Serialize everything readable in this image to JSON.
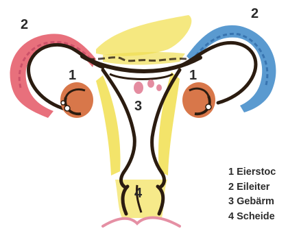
{
  "labels": {
    "ovary_left": "1",
    "ovary_right": "1",
    "tube_left": "2",
    "tube_right": "2",
    "uterus": "3",
    "vagina": "4"
  },
  "legend": [
    {
      "text": "1 Eierstoc"
    },
    {
      "text": "2 Eileiter"
    },
    {
      "text": "3 Gebärm"
    },
    {
      "text": "4 Scheide"
    }
  ],
  "colors": {
    "outline": "#2b1c10",
    "tube_left": "#e8707c",
    "tube_right": "#5a9ad0",
    "ovary": "#d8774a",
    "uterus_fill": "#f3e46a",
    "vulva": "#e590a4",
    "background": "#ffffff"
  }
}
